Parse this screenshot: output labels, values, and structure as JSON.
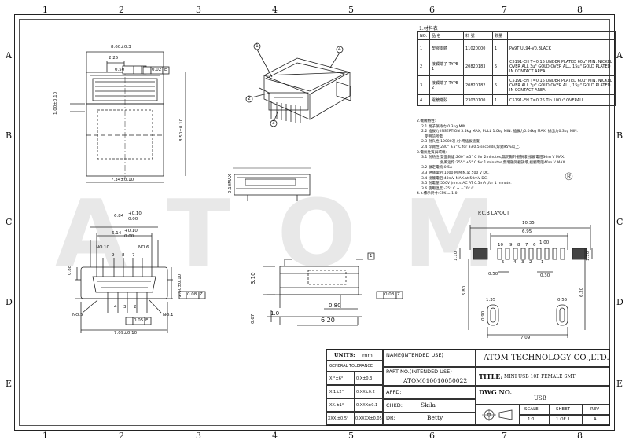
{
  "zones_top": [
    "1",
    "2",
    "3",
    "4",
    "5",
    "6",
    "7",
    "8"
  ],
  "zones_side": [
    "A",
    "B",
    "C",
    "D",
    "E"
  ],
  "watermark": "ATOM",
  "registered_mark": "®",
  "bom": {
    "title": "1.材料表",
    "headers": [
      "NO.",
      "品 名",
      "料 號",
      "數量"
    ],
    "rows": [
      {
        "no": "1",
        "name": "塑膠本體",
        "pn": "11020000",
        "qty": "1",
        "spec": "PA9T UL94-V0,BLACK"
      },
      {
        "no": "2",
        "name": "接觸端子 TYPE 1",
        "pn": "20820183",
        "qty": "5",
        "spec": "C5191-EH T=0.15 UNDER PLATED 60μ\" MIN. NICKEL OVER ALL 3μ\" GOLD OVER ALL, 15μ\" GOLD PLATED IN CONTACT AREA"
      },
      {
        "no": "3",
        "name": "接觸端子 TYPE 2",
        "pn": "20820182",
        "qty": "5",
        "spec": "C5191-EH T=0.15 UNDER PLATED 60μ\" MIN. NICKEL OVER ALL 3μ\" GOLD OVER ALL, 15μ\" GOLD PLATED IN CONTACT AREA"
      },
      {
        "no": "4",
        "name": "電鍍鐵殼",
        "pn": "23030100",
        "qty": "1",
        "spec": "C5191-EH T=0.25 Tin 100μ\" OVERALL"
      }
    ]
  },
  "notes": [
    "2.機械特性:",
    "2.1 端子保持力:0.3kg MIN.",
    "2.2 插拔力:INSERTION 3.5kg MAX, PULL 1.0kg MIN. 插拔力0.04kg MAX. 拔出力0.3kg MIN.",
    "使用前所需.",
    "2.3 耐久性:10000次 /小時插拔速度",
    "2.4 焊錫性:230° ±5° C for 3±0.5 seconds,焊錫95%以上.",
    "3.電氣性質與環境:",
    "3.1 耐熱性:雙面錫爐:260° ±5° C for 2minutes,無明顯外觀損壞,接觸電阻30m V MAX.",
    "熱風迴焊:255° ±5° C for 1 minutes,無明顯外觀損壞,接觸電阻40m V MAX.",
    "3.2 額定電流:0.5A",
    "3.3 絕緣電阻:1000 M MIN.at 500 V DC.",
    "3.4 接觸電阻:40mV MAX.at 50mV DC.",
    "3.5 耐電壓:500V (r.m.s)AC AT 0.5mA ,for 1 minute.",
    "3.6 使用溫度:-25° C ~ +70° C.",
    "4.★標示尺寸:CPK = 1.0"
  ],
  "balloons": [
    "1",
    "2",
    "3",
    "4"
  ],
  "dims": {
    "top_width": "8.60±0.3",
    "top_225": "2.25",
    "top_050": "0.50",
    "top_tol": "0.02",
    "top_datum": "E",
    "left_100": "1.00±0.10",
    "side_850": "8.50±0.10",
    "bottom_734": "7.34±0.10",
    "front_684": "6.84",
    "front_684_tol": "+0.10 0.00",
    "front_614": "6.14",
    "front_614_tol": "+0.10 0.00",
    "pin_no10": "NO.10",
    "pin_no6": "NO.6",
    "pin_no5": "NO.5",
    "pin_no1": "NO.1",
    "pins_top": [
      "9",
      "8",
      "7"
    ],
    "pins_bot": [
      "4",
      "3",
      "2"
    ],
    "front_088": "0.88",
    "front_260": "2.60±0.10",
    "front_709": "7.09±0.10",
    "front_005": "0.05",
    "front_datum_e": "E",
    "front_008": "0.08",
    "front_datum_z": "Z",
    "side_010": "0.10MAX",
    "side_310": "3.10",
    "side_067": "0.67",
    "side_100": "1.0",
    "side_080": "0.80",
    "side_620": "6.20",
    "side_008": "0.08",
    "side_datum_z": "Z",
    "side_1": "1",
    "pcb_title": "P.C.B LAYOUT",
    "pcb_1035": "10.35",
    "pcb_695": "6.95",
    "pcb_100": "1.00",
    "pcb_110": "1.10",
    "pcb_050": "0.50",
    "pcb_030": "0.30",
    "pcb_580": "5.80",
    "pcb_620": "6.20",
    "pcb_135": "1.35",
    "pcb_055": "0.55",
    "pcb_090": "0.90",
    "pcb_709": "7.09",
    "pcb_pads_top": [
      "10",
      "9",
      "8",
      "7",
      "6"
    ],
    "pcb_pads_bot": [
      "5",
      "4",
      "3",
      "2",
      "1"
    ]
  },
  "title_block": {
    "units_label": "UNITS:",
    "units_value": "mm",
    "tol_header": "GENERAL TOLERANCE",
    "tol_rows": [
      [
        "X.°±6°",
        "0.X±0.3"
      ],
      [
        "X.1±2°",
        "0.XX±0.2"
      ],
      [
        "XX.±1°",
        "0.XXX±0.1"
      ],
      [
        "XXX.±0.5°",
        "0.XXXX±0.05"
      ]
    ],
    "name_label": "NAME(INTENDED USE)",
    "part_label": "PART NO.(INTENDED USE)",
    "part_no": "ATOM010010050022",
    "appd_label": "APPD:",
    "chkd_label": "CHKD:",
    "chkd_value": "Skila",
    "dr_label": "DR:",
    "dr_value": "Betty",
    "company": "ATOM TECHNOLOGY CO.,LTD.",
    "title_label": "TITLE:",
    "title_value": "MINI USB 10P FEMALE SMT",
    "dwg_label": "DWG NO.",
    "dwg_value": "USB",
    "scale_label": "SCALE",
    "scale_value": "1:1",
    "sheet_label": "SHEET",
    "sheet_value": "1 OF 1",
    "rev_label": "REV",
    "rev_value": "A"
  }
}
